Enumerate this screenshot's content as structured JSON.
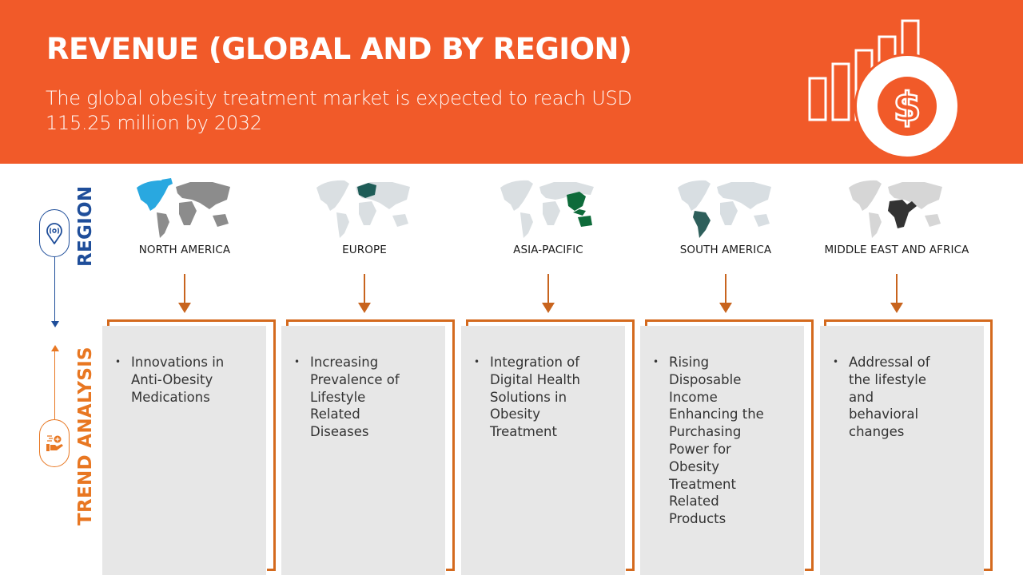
{
  "header": {
    "title": "REVENUE (GLOBAL AND BY REGION)",
    "subtitle": "The global obesity treatment market is expected to reach USD 115.25 million by 2032",
    "icon": "revenue-growth-dollar-icon",
    "background_color": "#F15A29"
  },
  "rail": {
    "region_label": "REGION",
    "region_icon": "location-pin-icon",
    "region_color": "#1F4E9A",
    "trend_label": "TREND ANALYSIS",
    "trend_icon": "hand-coin-icon",
    "trend_color": "#E87722"
  },
  "regions": [
    {
      "name": "NORTH AMERICA",
      "map_highlight": "#29A8E0",
      "map_base": "#8C8C8C",
      "trend_bullet": "•",
      "trend": "Innovations in Anti-Obesity Medications"
    },
    {
      "name": "EUROPE",
      "map_highlight": "#1E5C57",
      "map_base": "#DADFE2",
      "trend_bullet": "•",
      "trend": "Increasing Prevalence of Lifestyle Related Diseases"
    },
    {
      "name": "ASIA-PACIFIC",
      "map_highlight": "#0E6B3A",
      "map_base": "#DADFE2",
      "trend_bullet": "•",
      "trend": "Integration of Digital Health Solutions in Obesity Treatment"
    },
    {
      "name": "SOUTH AMERICA",
      "map_highlight": "#2E5F5B",
      "map_base": "#D8DEE2",
      "trend_bullet": "•",
      "trend": "Rising Disposable Income Enhancing the Purchasing Power for Obesity Treatment Related Products"
    },
    {
      "name": "MIDDLE EAST AND AFRICA",
      "map_highlight": "#333333",
      "map_base": "#D6D6D6",
      "trend_bullet": "•",
      "trend": "Addressal of the lifestyle and behavioral changes"
    }
  ],
  "accent_color": "#D46A1E",
  "box_color": "#E7E7E7"
}
